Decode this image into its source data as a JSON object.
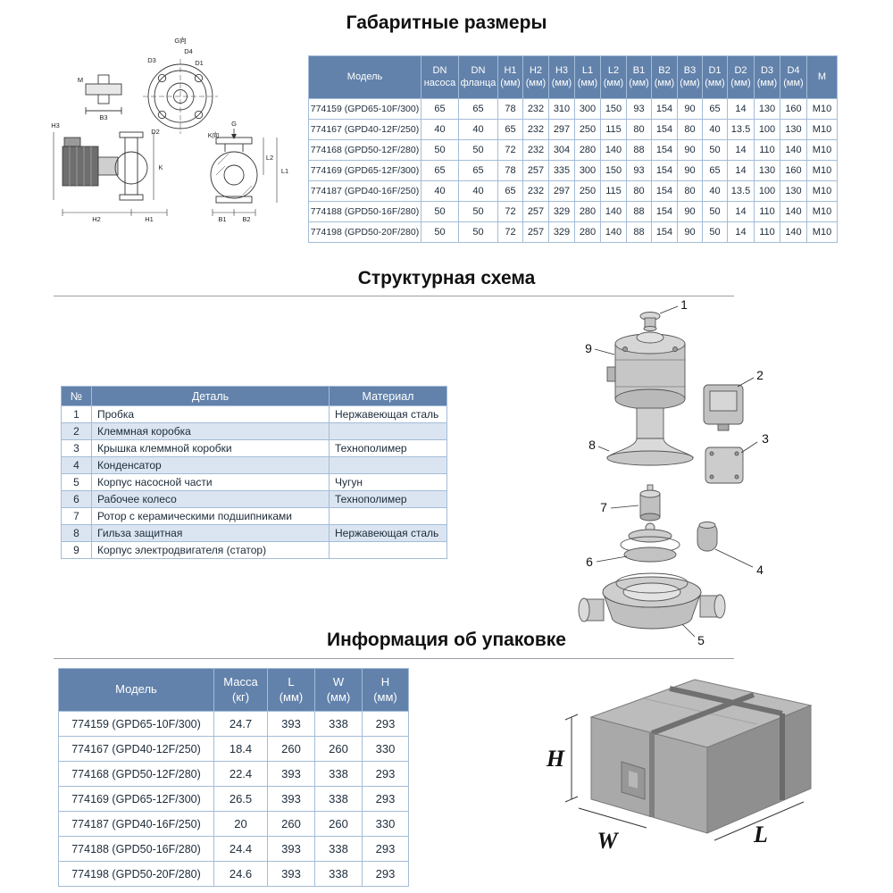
{
  "colors": {
    "header-blue": "#6282ab",
    "row-alt": "#dbe5f1",
    "border-blue": "#a4bcd8",
    "text-dark": "#1c2b3a",
    "title-color": "#111111",
    "line-gray": "#9aa0a6"
  },
  "sections": {
    "dimensions": "Габаритные размеры",
    "structure": "Структурная схема",
    "packaging": "Информация об упаковке"
  },
  "dimensions_table": {
    "headers": [
      "Модель",
      "DN|насоса",
      "DN|фланца",
      "H1|(мм)",
      "H2|(мм)",
      "H3|(мм)",
      "L1|(мм)",
      "L2|(мм)",
      "B1|(мм)",
      "B2|(мм)",
      "B3|(мм)",
      "D1|(мм)",
      "D2|(мм)",
      "D3|(мм)",
      "D4|(мм)",
      "M"
    ],
    "rows": [
      [
        "774159 (GPD65-10F/300)",
        "65",
        "65",
        "78",
        "232",
        "310",
        "300",
        "150",
        "93",
        "154",
        "90",
        "65",
        "14",
        "130",
        "160",
        "M10"
      ],
      [
        "774167 (GPD40-12F/250)",
        "40",
        "40",
        "65",
        "232",
        "297",
        "250",
        "115",
        "80",
        "154",
        "80",
        "40",
        "13.5",
        "100",
        "130",
        "M10"
      ],
      [
        "774168 (GPD50-12F/280)",
        "50",
        "50",
        "72",
        "232",
        "304",
        "280",
        "140",
        "88",
        "154",
        "90",
        "50",
        "14",
        "110",
        "140",
        "M10"
      ],
      [
        "774169 (GPD65-12F/300)",
        "65",
        "65",
        "78",
        "257",
        "335",
        "300",
        "150",
        "93",
        "154",
        "90",
        "65",
        "14",
        "130",
        "160",
        "M10"
      ],
      [
        "774187 (GPD40-16F/250)",
        "40",
        "40",
        "65",
        "232",
        "297",
        "250",
        "115",
        "80",
        "154",
        "80",
        "40",
        "13.5",
        "100",
        "130",
        "M10"
      ],
      [
        "774188 (GPD50-16F/280)",
        "50",
        "50",
        "72",
        "257",
        "329",
        "280",
        "140",
        "88",
        "154",
        "90",
        "50",
        "14",
        "110",
        "140",
        "M10"
      ],
      [
        "774198 (GPD50-20F/280)",
        "50",
        "50",
        "72",
        "257",
        "329",
        "280",
        "140",
        "88",
        "154",
        "90",
        "50",
        "14",
        "110",
        "140",
        "M10"
      ]
    ]
  },
  "parts_table": {
    "headers": [
      "№",
      "Деталь",
      "Материал"
    ],
    "rows": [
      [
        "1",
        "Пробка",
        "Нержавеющая сталь"
      ],
      [
        "2",
        "Клеммная коробка",
        ""
      ],
      [
        "3",
        "Крышка клеммной коробки",
        "Технополимер"
      ],
      [
        "4",
        "Конденсатор",
        ""
      ],
      [
        "5",
        "Корпус насосной части",
        "Чугун"
      ],
      [
        "6",
        "Рабочее колесо",
        "Технополимер"
      ],
      [
        "7",
        "Ротор с керамическими подшипниками",
        ""
      ],
      [
        "8",
        "Гильза защитная",
        "Нержавеющая сталь"
      ],
      [
        "9",
        "Корпус электродвигателя (статор)",
        ""
      ]
    ]
  },
  "packaging_table": {
    "headers": [
      "Модель",
      "Масса|(кг)",
      "L|(мм)",
      "W|(мм)",
      "H|(мм)"
    ],
    "rows": [
      [
        "774159 (GPD65-10F/300)",
        "24.7",
        "393",
        "338",
        "293"
      ],
      [
        "774167 (GPD40-12F/250)",
        "18.4",
        "260",
        "260",
        "330"
      ],
      [
        "774168 (GPD50-12F/280)",
        "22.4",
        "393",
        "338",
        "293"
      ],
      [
        "774169 (GPD65-12F/300)",
        "26.5",
        "393",
        "338",
        "293"
      ],
      [
        "774187 (GPD40-16F/250)",
        "20",
        "260",
        "260",
        "330"
      ],
      [
        "774188 (GPD50-16F/280)",
        "24.4",
        "393",
        "338",
        "293"
      ],
      [
        "774198 (GPD50-20F/280)",
        "24.6",
        "393",
        "338",
        "293"
      ]
    ]
  },
  "drawing_labels": {
    "g_dir": "G向",
    "k_dir": "K向",
    "d1": "D1",
    "d2": "D2",
    "d3": "D3",
    "d4": "D4",
    "m": "M",
    "b3": "B3",
    "k": "K",
    "g": "G",
    "h1": "H1",
    "h2": "H2",
    "h3": "H3",
    "b1": "B1",
    "b2": "B2",
    "l1": "L1",
    "l2": "L2"
  },
  "exploded_callouts": [
    "1",
    "2",
    "3",
    "4",
    "5",
    "6",
    "7",
    "8",
    "9"
  ],
  "package_labels": {
    "h": "H",
    "w": "W",
    "l": "L"
  }
}
